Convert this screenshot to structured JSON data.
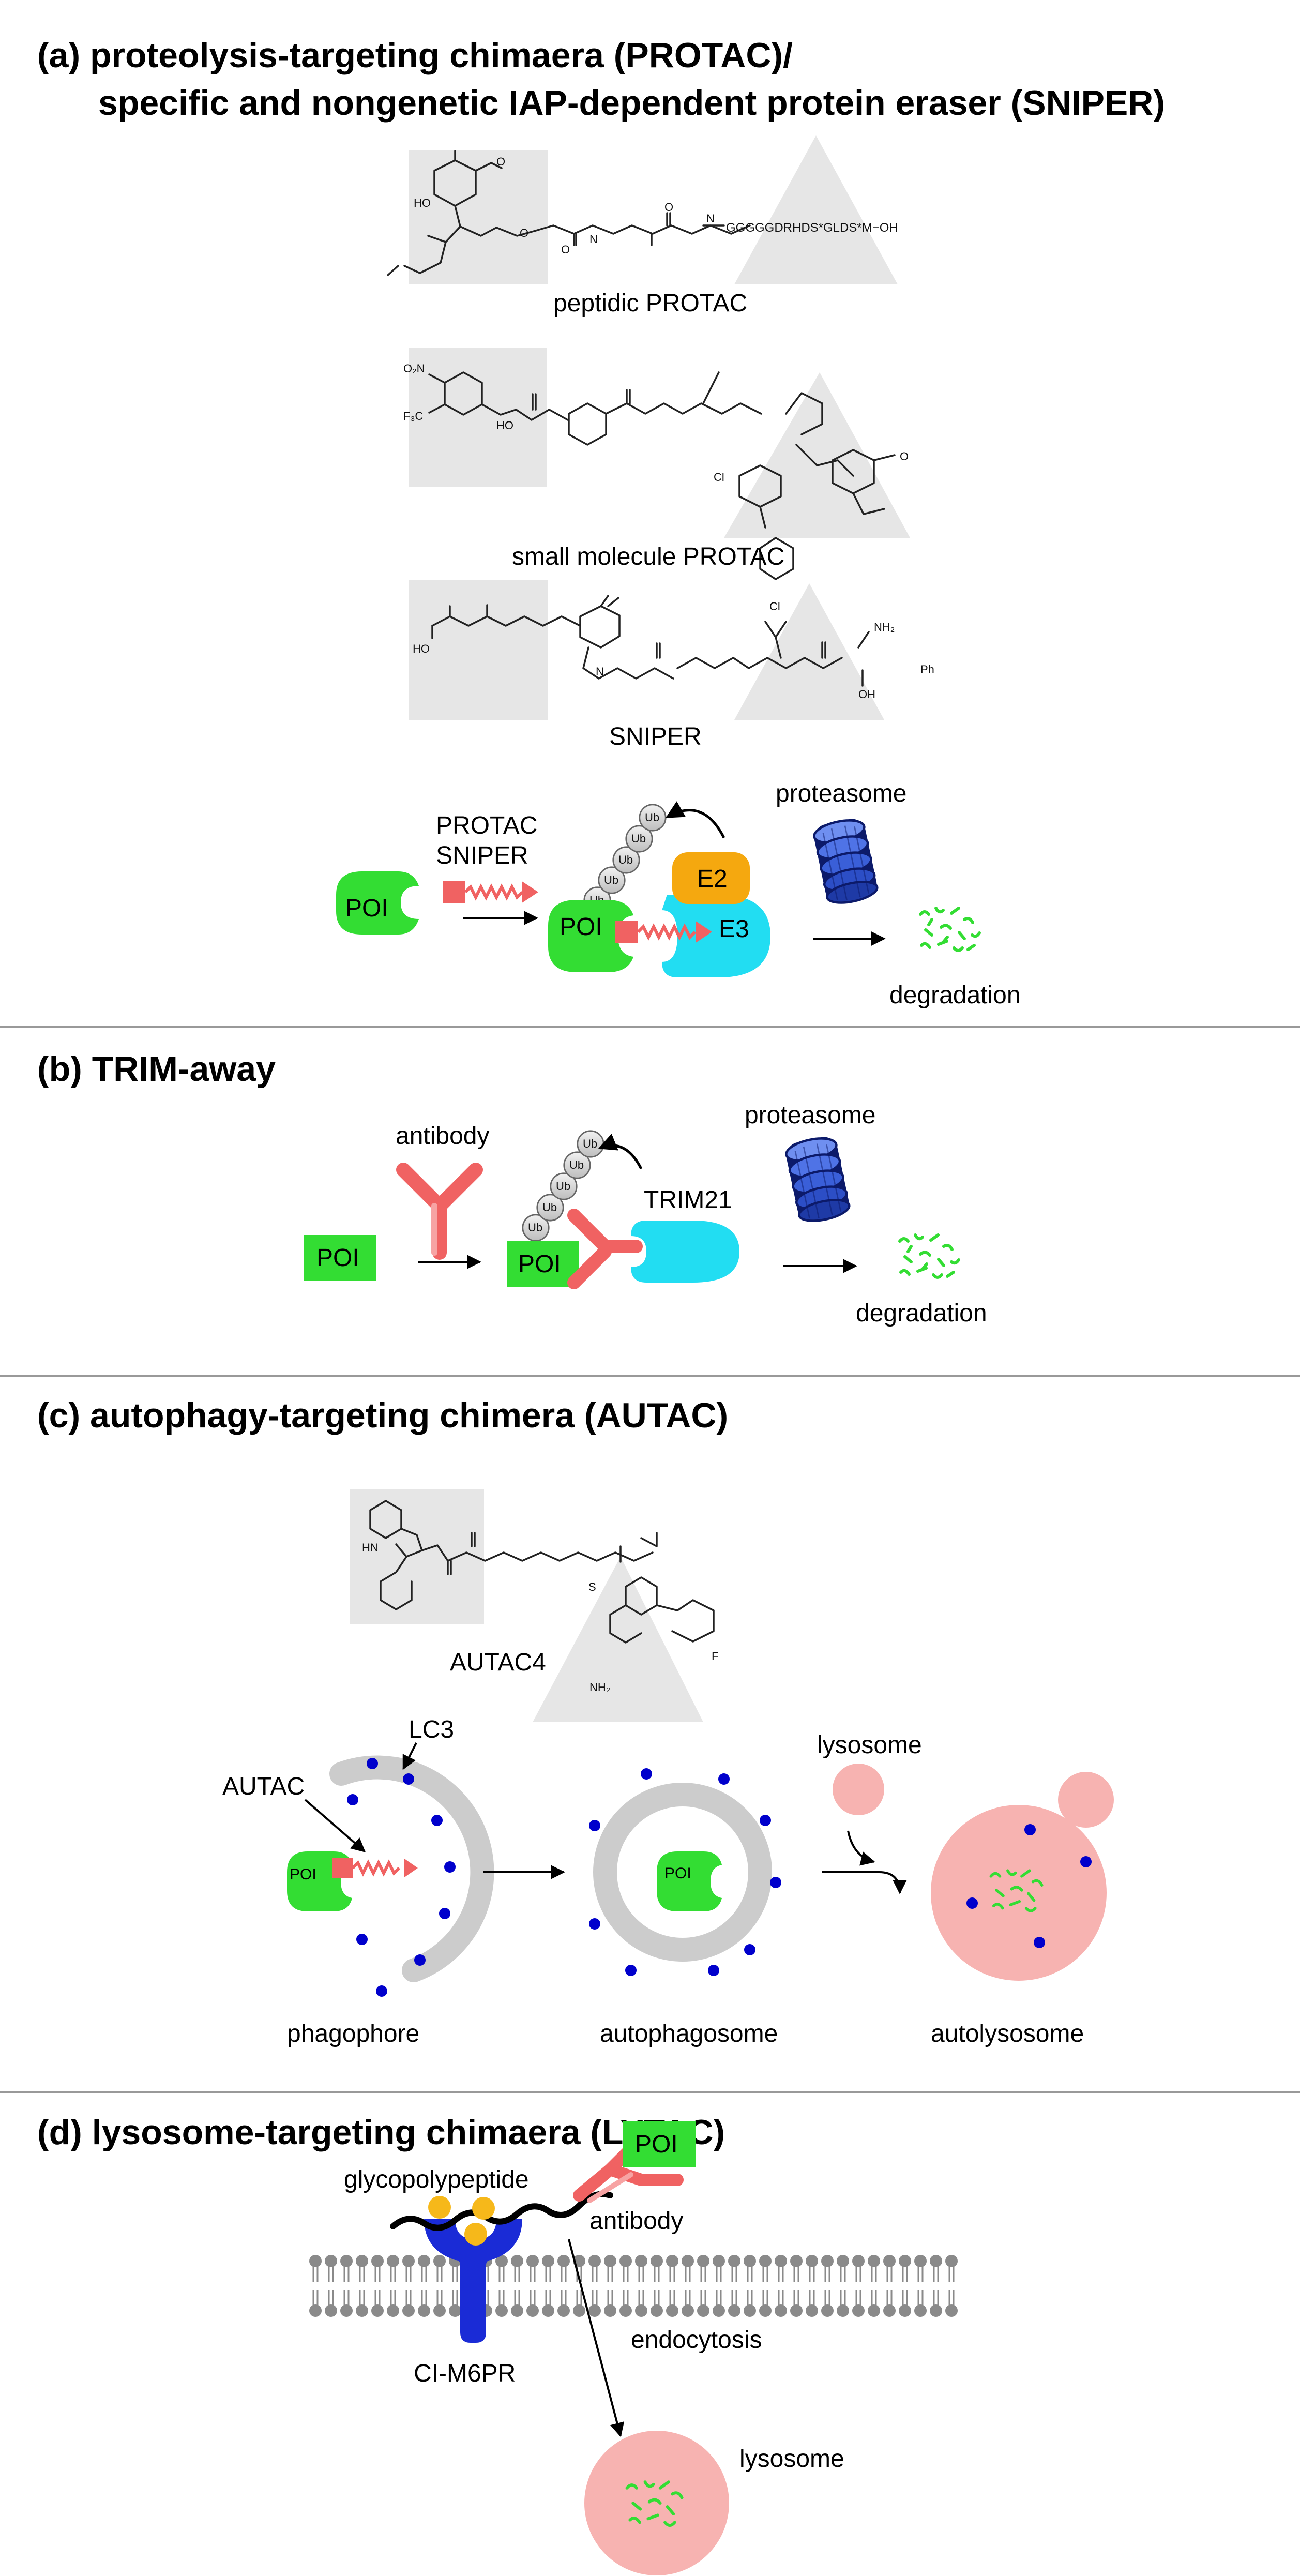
{
  "sections": {
    "a": {
      "title_line1": "(a) proteolysis-targeting chimaera (PROTAC)/",
      "title_line2": "specific and nongenetic IAP-dependent protein eraser (SNIPER)",
      "struct1_label": "peptidic PROTAC",
      "struct1_peptide": "GGGGGDRHDS*GLDS*M−OH",
      "struct2_label": "small molecule PROTAC",
      "struct3_label": "SNIPER",
      "chimera_label1": "PROTAC",
      "chimera_label2": "SNIPER",
      "proteasome": "proteasome",
      "poi": "POI",
      "poi_bound": "POI",
      "e2": "E2",
      "e3": "E3",
      "ub": "Ub",
      "degradation": "degradation"
    },
    "b": {
      "title": "(b) TRIM-away",
      "antibody": "antibody",
      "proteasome": "proteasome",
      "poi": "POI",
      "poi_bound": "POI",
      "trim21": "TRIM21",
      "ub": "Ub",
      "degradation": "degradation"
    },
    "c": {
      "title": "(c) autophagy-targeting chimera (AUTAC)",
      "autac4": "AUTAC4",
      "lc3": "LC3",
      "autac": "AUTAC",
      "lysosome": "lysosome",
      "poi1": "POI",
      "poi2": "POI",
      "phagophore": "phagophore",
      "autophagosome": "autophagosome",
      "autolysosome": "autolysosome"
    },
    "d": {
      "title": "(d) lysosome-targeting chimaera (LYTAC)",
      "glyco": "glycopolypeptide",
      "poi": "POI",
      "antibody": "antibody",
      "receptor": "CI-M6PR",
      "endocytosis": "endocytosis",
      "lysosome": "lysosome"
    }
  },
  "colors": {
    "poi_green": "#33dd33",
    "linker_red": "#f06262",
    "e2_orange": "#f5a80f",
    "e3_cyan": "#22ddf2",
    "lysosome_pink": "#f7b3b1",
    "lc3_blue": "#0000cc",
    "receptor_blue": "#1a2bd6",
    "membrane_gray": "#8a8a8a",
    "glyco_yellow": "#f6b81a",
    "proteasome_blue": "#4a6ad8",
    "divider": "#999999"
  }
}
